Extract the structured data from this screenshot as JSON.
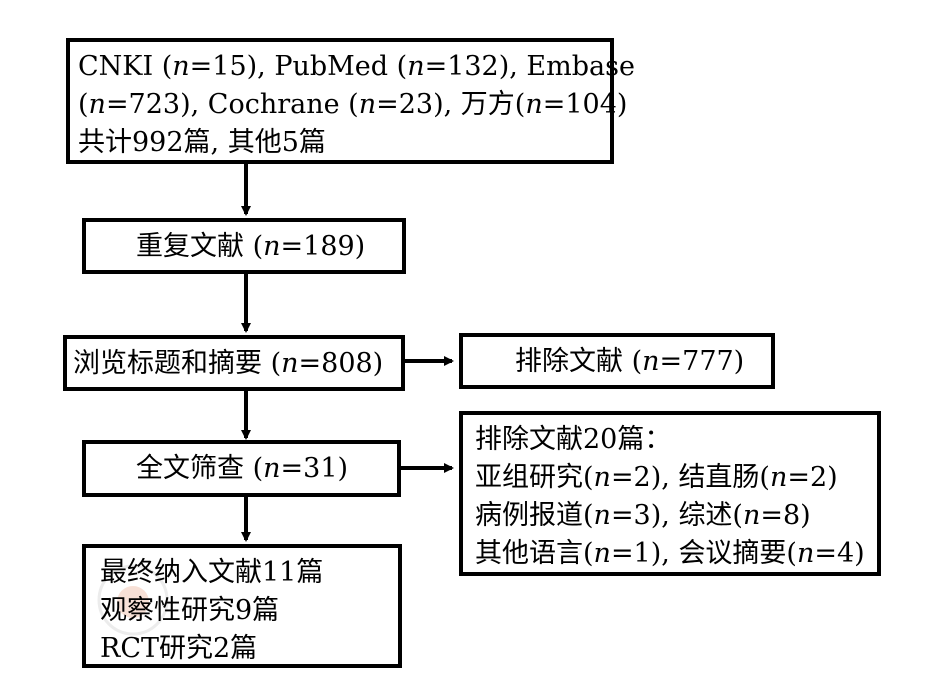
{
  "search_box": {
    "line1": [
      {
        "t": "CNKI ("
      },
      {
        "t": "n",
        "i": true
      },
      {
        "t": "=15), PubMed ("
      },
      {
        "t": "n",
        "i": true
      },
      {
        "t": "=132), Embase"
      }
    ],
    "line2": [
      {
        "t": "("
      },
      {
        "t": "n",
        "i": true
      },
      {
        "t": "=723), Cochrane ("
      },
      {
        "t": "n",
        "i": true
      },
      {
        "t": "=23), 万方("
      },
      {
        "t": "n",
        "i": true
      },
      {
        "t": "=104)"
      }
    ],
    "line3": [
      {
        "t": "共计992篇, 其他5篇"
      }
    ]
  },
  "duplicates_box": {
    "line1": [
      {
        "t": "重复文献 ("
      },
      {
        "t": "n",
        "i": true
      },
      {
        "t": "=189)"
      }
    ]
  },
  "screen_box": {
    "line1": [
      {
        "t": "浏览标题和摘要 ("
      },
      {
        "t": "n",
        "i": true
      },
      {
        "t": "=808)"
      }
    ]
  },
  "excluded1_box": {
    "line1": [
      {
        "t": "排除文献 ("
      },
      {
        "t": "n",
        "i": true
      },
      {
        "t": "=777)"
      }
    ]
  },
  "fulltext_box": {
    "line1": [
      {
        "t": "全文筛查 ("
      },
      {
        "t": "n",
        "i": true
      },
      {
        "t": "=31)"
      }
    ]
  },
  "excluded2_box": {
    "line1": [
      {
        "t": "排除文献20篇："
      }
    ],
    "line2": [
      {
        "t": "亚组研究("
      },
      {
        "t": "n",
        "i": true
      },
      {
        "t": "=2), 结直肠("
      },
      {
        "t": "n",
        "i": true
      },
      {
        "t": "=2)"
      }
    ],
    "line3": [
      {
        "t": "病例报道("
      },
      {
        "t": "n",
        "i": true
      },
      {
        "t": "=3), 综述("
      },
      {
        "t": "n",
        "i": true
      },
      {
        "t": "=8)"
      }
    ],
    "line4": [
      {
        "t": "其他语言("
      },
      {
        "t": "n",
        "i": true
      },
      {
        "t": "=1), 会议摘要("
      },
      {
        "t": "n",
        "i": true
      },
      {
        "t": "=4)"
      }
    ]
  },
  "included_box": {
    "line1": [
      {
        "t": "最终纳入文献11篇"
      }
    ],
    "line2": [
      {
        "t": "观察性研究9篇"
      }
    ],
    "line3": [
      {
        "t": "RCT研究2篇"
      }
    ]
  },
  "colors": {
    "stroke": "#000000",
    "background": "#ffffff",
    "watermark": "#d98a6a"
  }
}
